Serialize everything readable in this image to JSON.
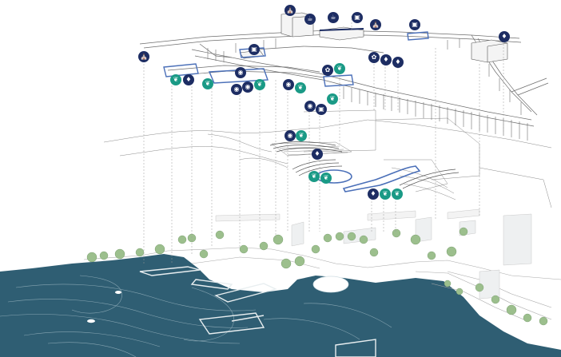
{
  "diagram": {
    "kind": "exploded axonometric waterfront masterplan",
    "colors": {
      "water": "#2f5e73",
      "water_line": "#cfe0e6",
      "highlight_outline": "#4a6fb8",
      "icon_navy": "#1d2d63",
      "icon_teal": "#1a9a86",
      "tree": "#9cbf8d",
      "structure": "#6d6d6d"
    },
    "layers": [
      {
        "name": "upper-walkway-layer"
      },
      {
        "name": "terrace-layer"
      },
      {
        "name": "ground-waterfront-layer"
      }
    ],
    "icons": [
      {
        "id": "i1",
        "symbol": "museum-icon",
        "color": "navy"
      },
      {
        "id": "i2",
        "symbol": "dining-icon",
        "color": "navy"
      },
      {
        "id": "i3",
        "symbol": "dining-icon",
        "color": "navy"
      },
      {
        "id": "i4",
        "symbol": "building-icon",
        "color": "navy"
      },
      {
        "id": "i5",
        "symbol": "museum-icon",
        "color": "navy"
      },
      {
        "id": "i6",
        "symbol": "building-icon",
        "color": "navy"
      },
      {
        "id": "i7",
        "symbol": "shop-icon",
        "color": "navy"
      },
      {
        "id": "i8",
        "symbol": "building-icon",
        "color": "navy"
      },
      {
        "id": "i9",
        "symbol": "flower-icon",
        "color": "navy"
      },
      {
        "id": "i10",
        "symbol": "shop-icon",
        "color": "navy"
      },
      {
        "id": "i11",
        "symbol": "museum-icon",
        "color": "navy"
      },
      {
        "id": "i12",
        "symbol": "leaf-icon",
        "color": "teal"
      },
      {
        "id": "i13",
        "symbol": "flower-icon",
        "color": "navy"
      },
      {
        "id": "i14",
        "symbol": "viewpoint-icon",
        "color": "navy"
      },
      {
        "id": "i15",
        "symbol": "leaf-icon",
        "color": "teal"
      },
      {
        "id": "i16",
        "symbol": "shop-icon",
        "color": "navy"
      },
      {
        "id": "i17",
        "symbol": "leaf-icon",
        "color": "teal"
      },
      {
        "id": "i18",
        "symbol": "camera-icon",
        "color": "navy"
      },
      {
        "id": "i19",
        "symbol": "viewpoint-icon",
        "color": "navy"
      },
      {
        "id": "i20",
        "symbol": "leaf-icon",
        "color": "teal"
      },
      {
        "id": "i21",
        "symbol": "camera-icon",
        "color": "navy"
      },
      {
        "id": "i22",
        "symbol": "leaf-icon",
        "color": "teal"
      },
      {
        "id": "i23",
        "symbol": "camera-icon",
        "color": "navy"
      },
      {
        "id": "i24",
        "symbol": "building-icon",
        "color": "navy"
      },
      {
        "id": "i25",
        "symbol": "leaf-icon",
        "color": "teal"
      },
      {
        "id": "i26",
        "symbol": "camera-icon",
        "color": "navy"
      },
      {
        "id": "i27",
        "symbol": "leaf-icon",
        "color": "teal"
      },
      {
        "id": "i28",
        "symbol": "shop-icon",
        "color": "navy"
      },
      {
        "id": "i29",
        "symbol": "leaf-icon",
        "color": "teal"
      },
      {
        "id": "i30",
        "symbol": "leaf-icon",
        "color": "teal"
      },
      {
        "id": "i31",
        "symbol": "shop-icon",
        "color": "navy"
      },
      {
        "id": "i32",
        "symbol": "leaf-icon",
        "color": "teal"
      },
      {
        "id": "i33",
        "symbol": "leaf-icon",
        "color": "teal"
      },
      {
        "id": "i34",
        "symbol": "camera-icon",
        "color": "navy"
      },
      {
        "id": "i35",
        "symbol": "leaf-icon",
        "color": "teal"
      },
      {
        "id": "i36",
        "symbol": "leaf-icon",
        "color": "teal"
      }
    ]
  }
}
